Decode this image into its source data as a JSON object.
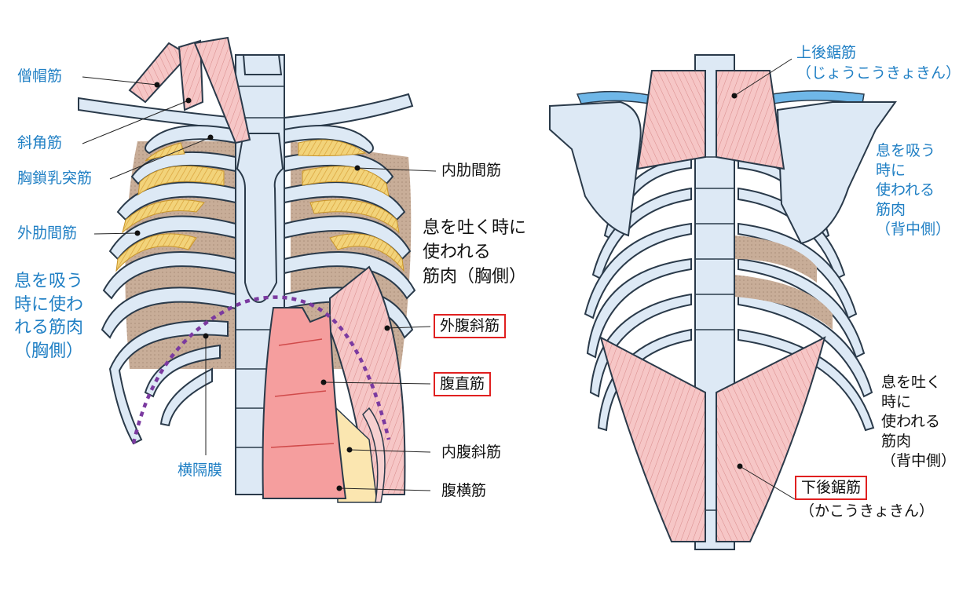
{
  "front": {
    "labels": {
      "trapezius": "僧帽筋",
      "scalene": "斜角筋",
      "sternocleidomastoid": "胸鎖乳突筋",
      "external_intercostal": "外肋間筋",
      "inhale_front": [
        "息を吸う",
        "時に使わ",
        "れる筋肉",
        "（胸側）"
      ],
      "diaphragm": "横隔膜",
      "internal_intercostal": "内肋間筋",
      "exhale_front": [
        "息を吐く時に",
        "使われる",
        "筋肉（胸側）"
      ],
      "external_oblique": "外腹斜筋",
      "rectus_abdominis": "腹直筋",
      "internal_oblique": "内腹斜筋",
      "transversus": "腹横筋"
    }
  },
  "back": {
    "labels": {
      "serratus_posterior_superior": [
        "上後鋸筋",
        "（じょうこうきょきん）"
      ],
      "inhale_back": [
        "息を吸う",
        "時に",
        "使われる",
        "筋肉",
        "（背中側）"
      ],
      "exhale_back": [
        "息を吐く",
        "時に",
        "使われる",
        "筋肉",
        "（背中側）"
      ],
      "serratus_posterior_inferior": [
        "下後鋸筋",
        "（かこうきょきん）"
      ]
    }
  },
  "colors": {
    "bone": "#dde9f5",
    "bone_outline": "#2a3a4a",
    "intercostal": "#f2d37a",
    "tissue": "#c8ad98",
    "muscle": "#f2b9b9",
    "rectus": "#f59e9e",
    "rib_back": "#6fb7e8",
    "diaphragm_line": "#7b3aa0",
    "label_blue": "#1f7fc4",
    "box_red": "#e02020"
  }
}
